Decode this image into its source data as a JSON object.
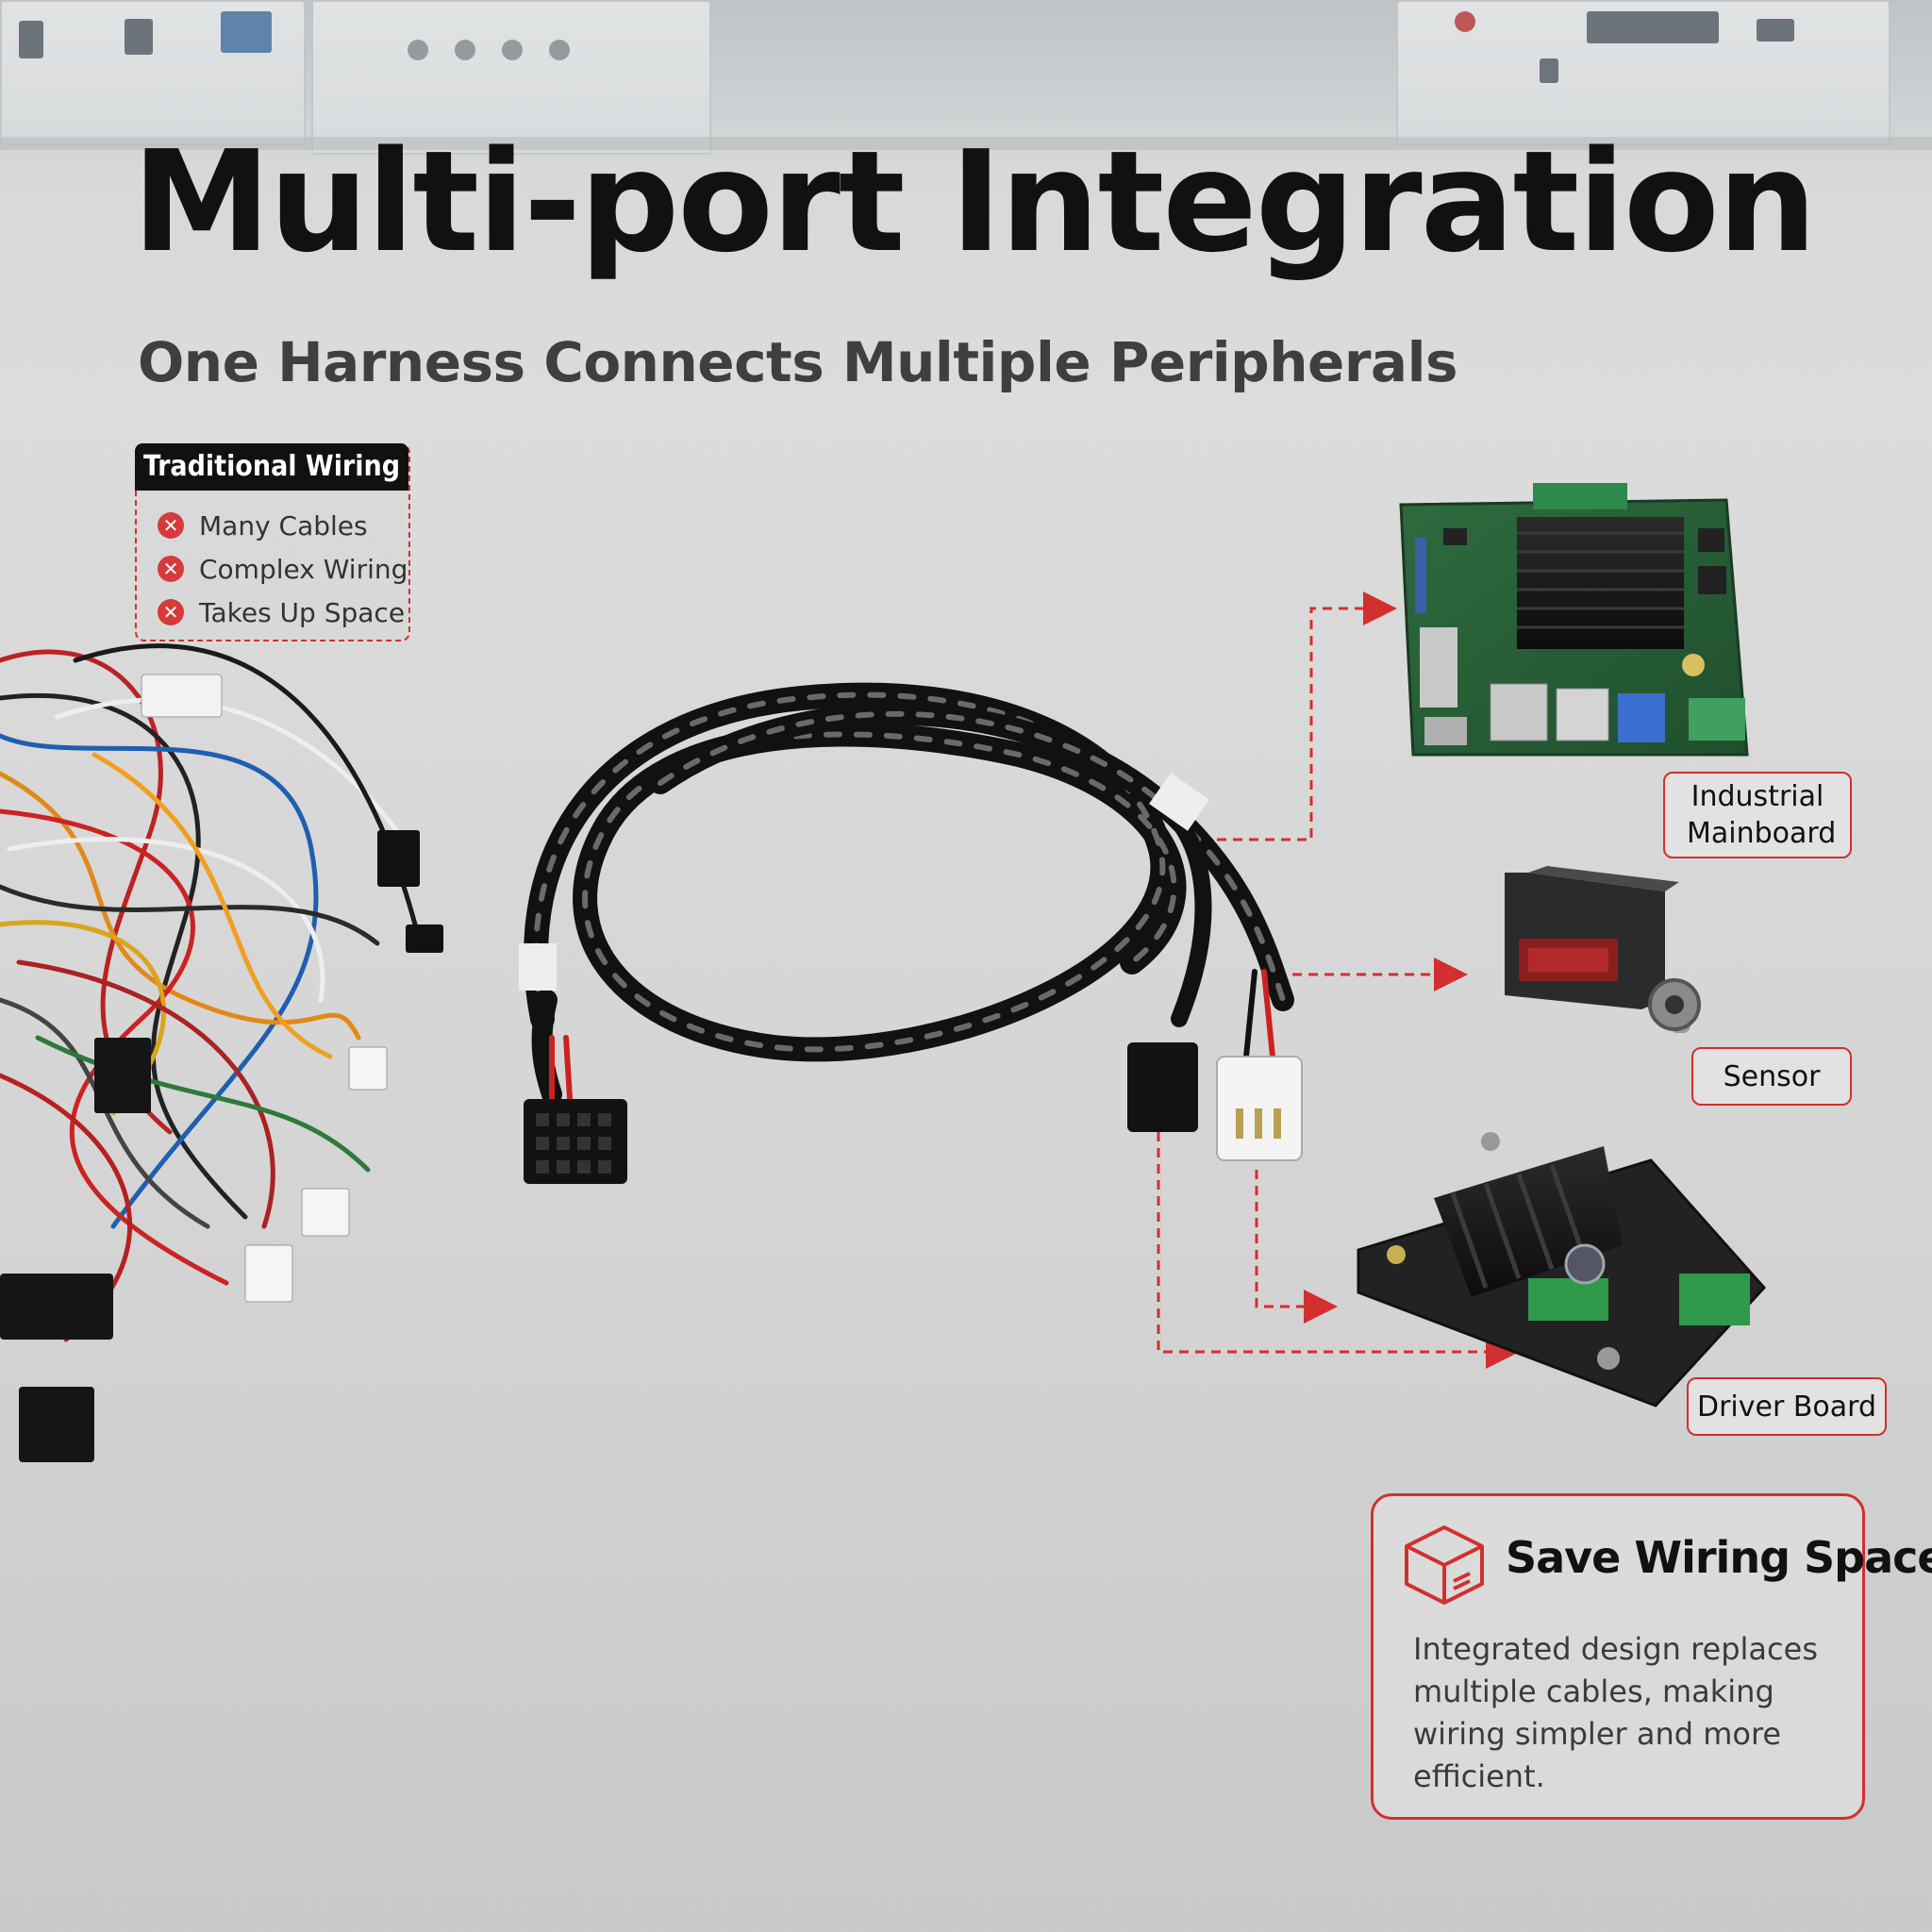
{
  "title": "Multi-port Integration",
  "subtitle": "One Harness Connects Multiple Peripherals",
  "traditional": {
    "heading": "Traditional Wiring",
    "items": [
      "Many Cables",
      "Complex Wiring",
      "Takes Up Space"
    ]
  },
  "devices": {
    "mainboard": "Industrial Mainboard",
    "sensor": "Sensor",
    "driver": "Driver Board"
  },
  "benefit": {
    "title": "Save Wiring Space",
    "body": "Integrated design replaces multiple cables, making wiring simpler and more efficient.",
    "icon": "box-icon"
  },
  "colors": {
    "accent": "#d32f2f",
    "title": "#111111",
    "background": "#d6d6d6"
  }
}
